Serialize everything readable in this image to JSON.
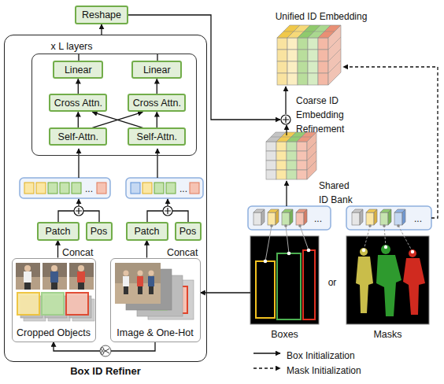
{
  "diagram": {
    "nodes": [
      {
        "text": [
          "Reshape"
        ]
      },
      {
        "text": [
          "Box ID Refiner"
        ]
      },
      {
        "text": [
          "x L layers"
        ],
        "in": 1
      },
      {
        "text": [
          "Linear"
        ],
        "in": 2
      },
      {
        "text": [
          "Linear"
        ],
        "in": 2
      },
      {
        "text": [
          "Cross Attn."
        ],
        "in": 2
      },
      {
        "text": [
          "Cross Attn."
        ],
        "in": 2
      },
      {
        "text": [
          "Self-Attn."
        ],
        "in": 2
      },
      {
        "text": [
          "Self-Attn."
        ],
        "in": 2
      },
      {
        "text": [
          "Patch"
        ],
        "in": 1
      },
      {
        "text": [
          "Pos"
        ],
        "in": 1
      },
      {
        "text": [
          "Patch"
        ],
        "in": 1
      },
      {
        "text": [
          "Pos"
        ],
        "in": 1
      },
      {
        "text": [
          "Concat",
          "Cropped Objects"
        ],
        "in": 1
      },
      {
        "text": [
          "Concat",
          "Image & One-Hot"
        ],
        "in": 1
      },
      {
        "text": [
          "Boxes"
        ]
      },
      {
        "text": [
          "Masks"
        ]
      }
    ],
    "edges": [
      {
        "from": 1,
        "to": 0,
        "arrow": "to"
      },
      {
        "from": 5,
        "to": 3,
        "arrow": "to"
      },
      {
        "from": 6,
        "to": 4,
        "arrow": "to"
      },
      {
        "from": 7,
        "to": 5,
        "arrow": "to"
      },
      {
        "from": 7,
        "to": 6,
        "arrow": "to"
      },
      {
        "from": 8,
        "to": 5,
        "arrow": "to"
      },
      {
        "from": 8,
        "to": 6,
        "arrow": "to"
      },
      {
        "from": 13,
        "to": 9,
        "arrow": "to"
      },
      {
        "from": 14,
        "to": 11,
        "arrow": "to"
      },
      {
        "from": 15,
        "to": 14,
        "arrow": "to"
      },
      {
        "from": 14,
        "to": 13,
        "arrow": "to"
      }
    ],
    "labels": [
      "Unified ID Embedding",
      "Coarse ID Embedding Refinement",
      "Shared ID Bank",
      "or",
      "...",
      "...",
      "...",
      "..."
    ],
    "legend": [
      {
        "text": "Box Initialization"
      },
      {
        "text": "Mask Initialization"
      }
    ]
  }
}
